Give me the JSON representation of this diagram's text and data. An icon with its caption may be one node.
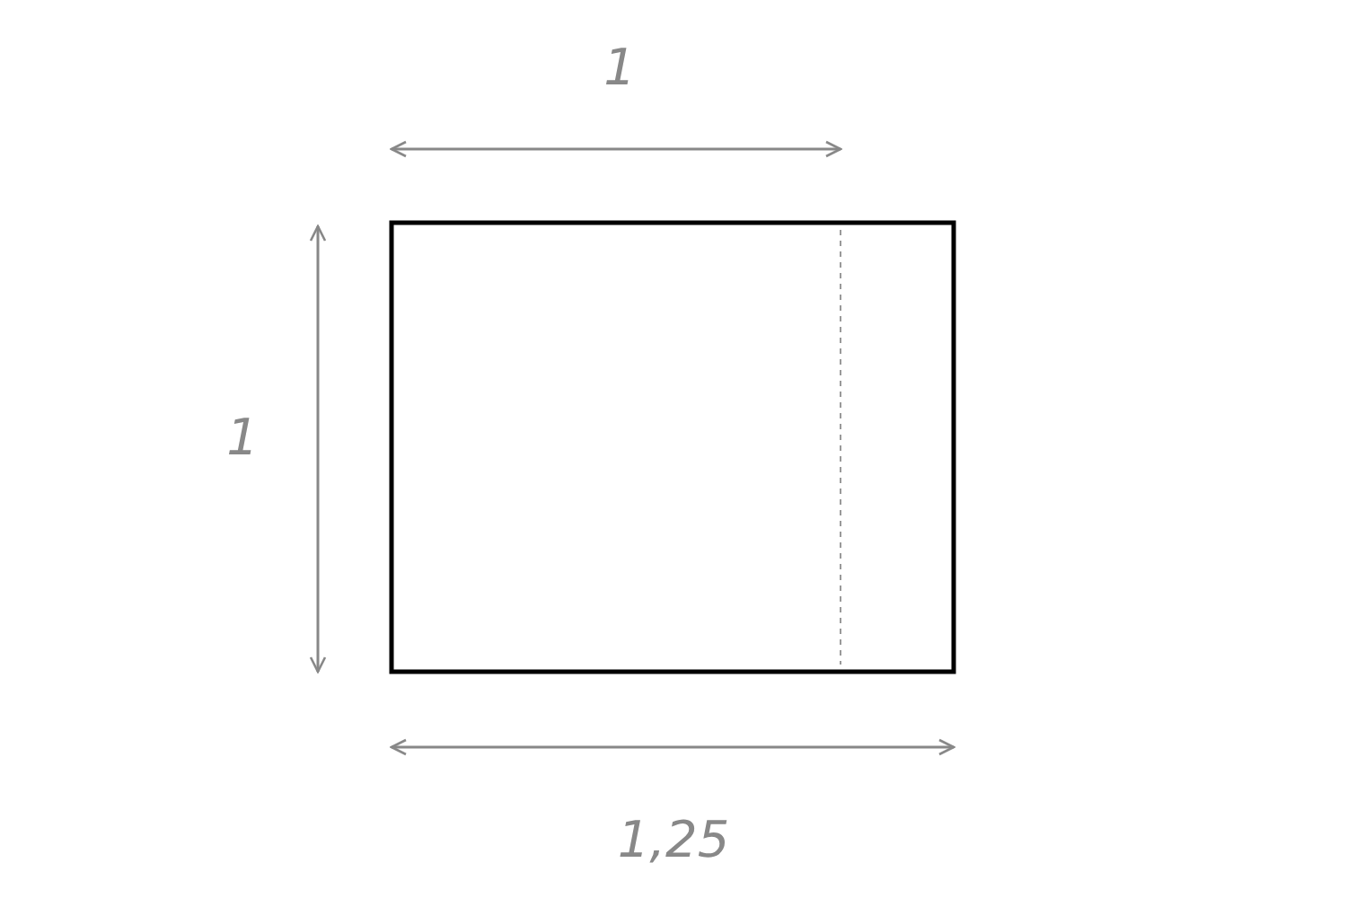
{
  "diagram": {
    "nodes": [
      {
        "text": [],
        "shape": "box"
      }
    ],
    "labels": [
      "1",
      "1",
      "1,25"
    ]
  }
}
